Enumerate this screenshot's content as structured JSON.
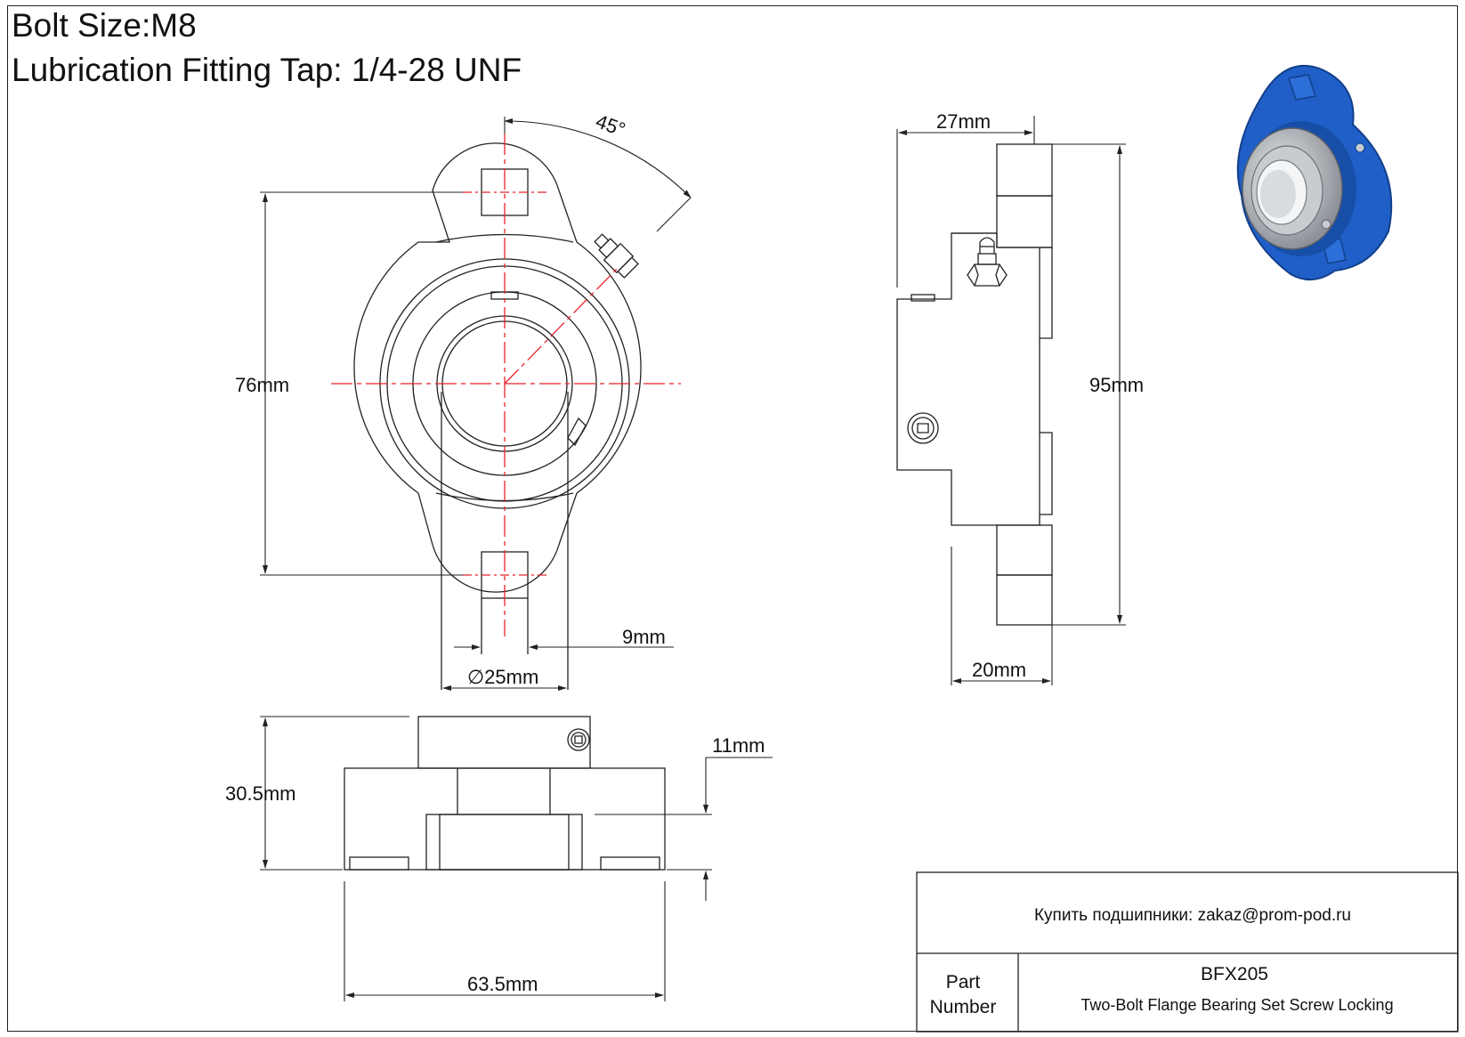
{
  "header": {
    "bolt_size": "Bolt Size:M8",
    "lubrication": "Lubrication Fitting Tap: 1/4-28 UNF"
  },
  "dimensions": {
    "angle": "45°",
    "height_front": "76mm",
    "bore_dia": "∅25mm",
    "slot": "9mm",
    "side_width_top": "27mm",
    "side_height": "95mm",
    "side_width_bottom": "20mm",
    "bottom_height": "30.5mm",
    "flange_thickness": "11mm",
    "bottom_width": "63.5mm"
  },
  "title_block": {
    "contact": "Купить подшипники: zakaz@prom-pod.ru",
    "part_label_line1": "Part",
    "part_label_line2": "Number",
    "part_number": "BFX205",
    "description": "Two-Bolt Flange Bearing Set Screw Locking"
  },
  "colors": {
    "line": "#222222",
    "centerline": "#e8232b",
    "housing_blue": "#1f5fc7",
    "steel": "#a9adb3"
  }
}
